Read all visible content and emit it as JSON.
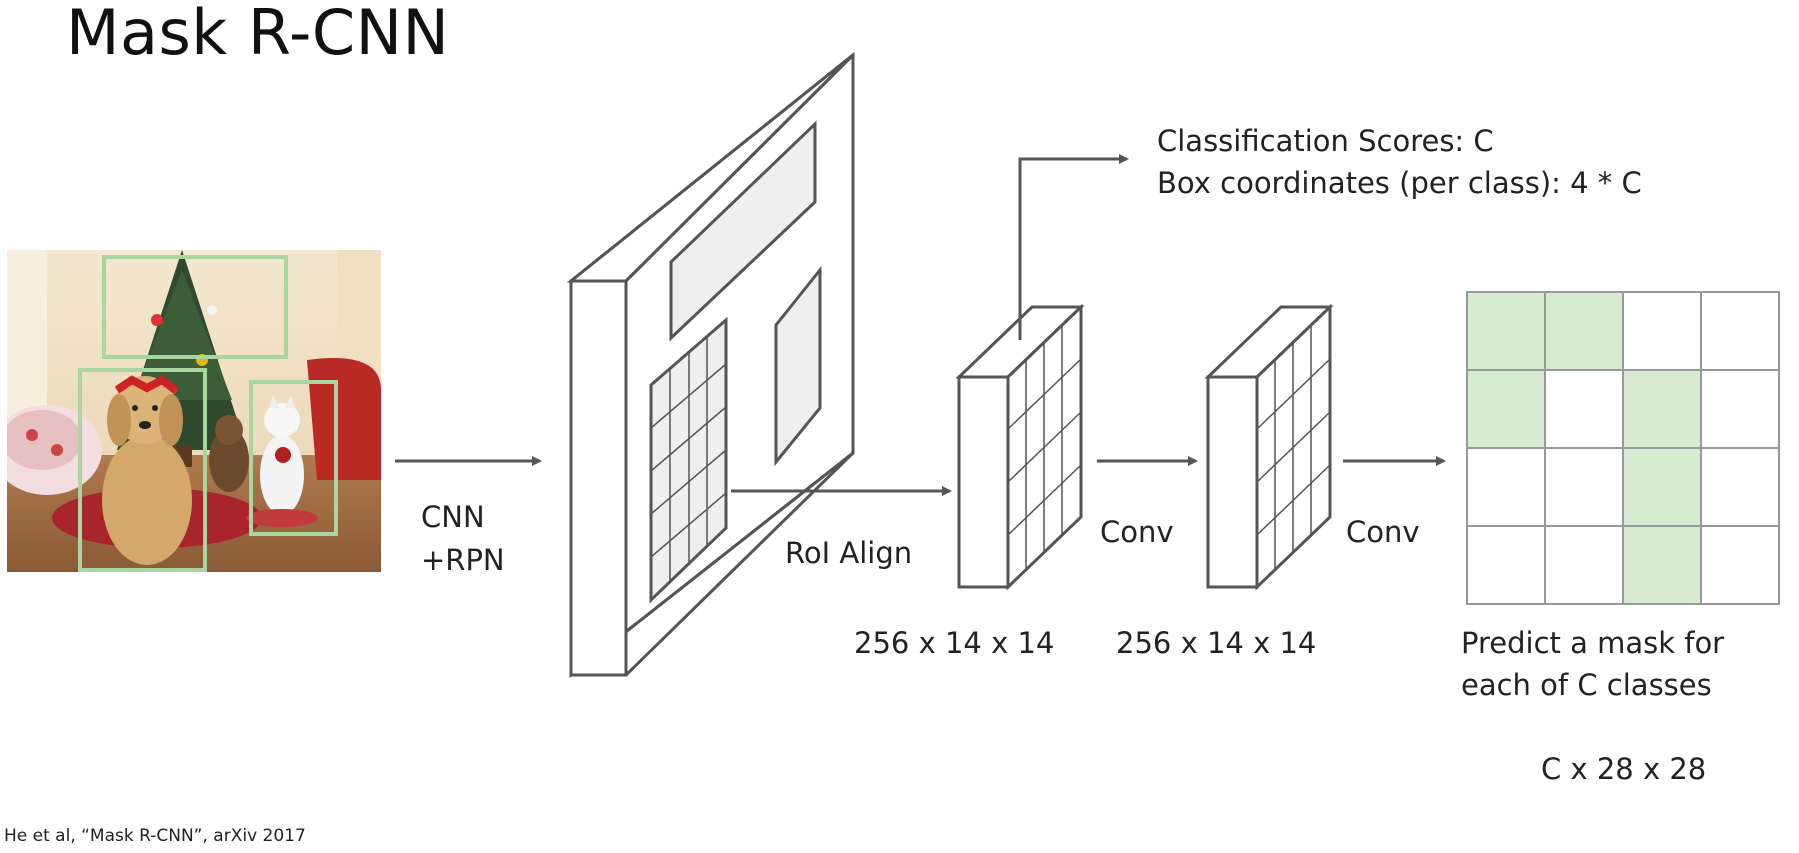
{
  "slide": {
    "title": "Mask R-CNN",
    "citation": "He et al, “Mask R-CNN”, arXiv 2017"
  },
  "diagram": {
    "input_image": {
      "description_icon": "photo-dogs-cat-christmas-tree",
      "boxes": 3
    },
    "backbone_label_line1": "CNN",
    "backbone_label_line2": "+RPN",
    "roi_label": "RoI Align",
    "roi_feature_dims": "256 x 14 x 14",
    "conv_label_1": "Conv",
    "conv_feature_dims": "256 x 14 x 14",
    "conv_label_2": "Conv",
    "cls_output_line1": "Classification Scores: C",
    "cls_output_line2": "Box coordinates (per class): 4 * C",
    "mask_caption_line1": "Predict a mask for",
    "mask_caption_line2": "each of C classes",
    "mask_dims": "C x 28 x 28",
    "mask_grid": {
      "rows": 4,
      "cols": 4,
      "filled": [
        [
          1,
          1,
          0,
          0
        ],
        [
          1,
          0,
          1,
          0
        ],
        [
          0,
          0,
          1,
          0
        ],
        [
          0,
          0,
          1,
          0
        ]
      ],
      "fill_color": "#d9ead3",
      "line_color": "#999999"
    },
    "colors": {
      "stroke": "#555555",
      "panel_fill": "#efefef",
      "box_green": "#a8d5a0"
    }
  }
}
